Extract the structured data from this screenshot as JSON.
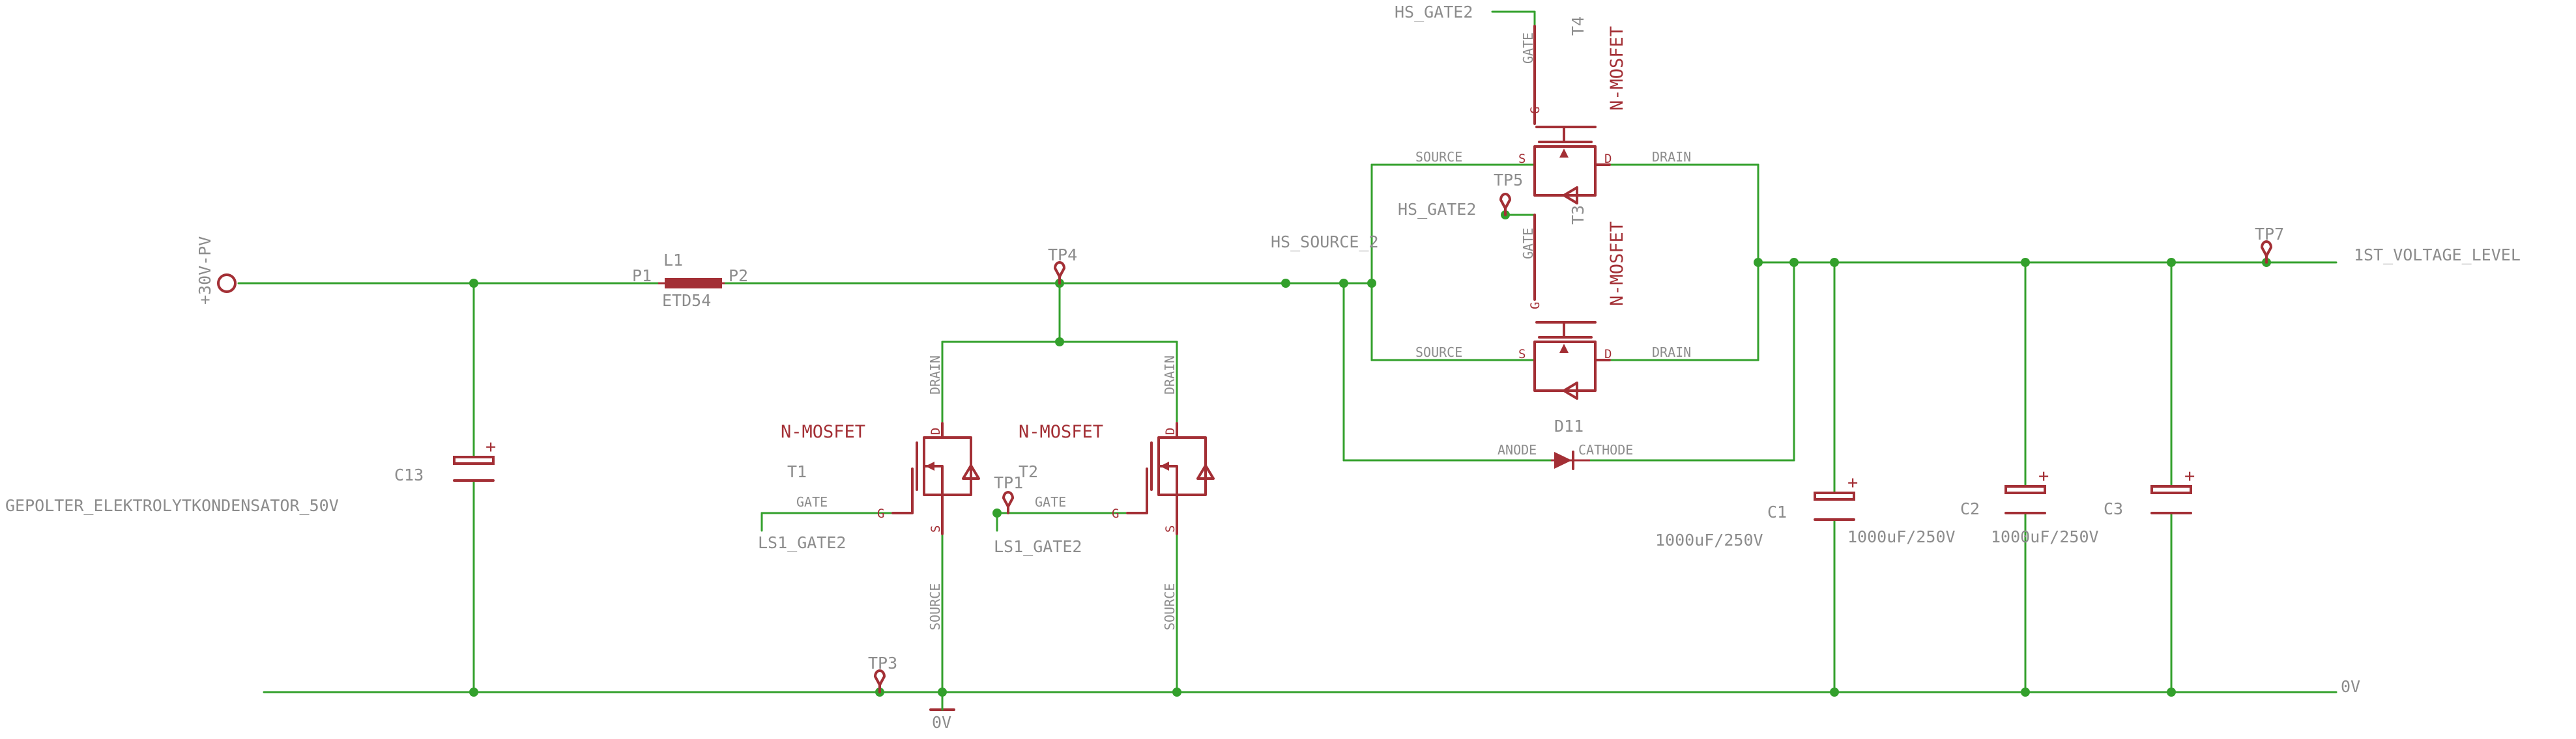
{
  "colors": {
    "wire": "#33a02c",
    "part": "#a32f35",
    "label": "#8c8c8c",
    "background": "#ffffff"
  },
  "nets": {
    "pv": "+30V-PV",
    "hs_gate_2a": "HS_GATE2",
    "hs_gate_2b": "HS_GATE2",
    "hs_source_2": "HS_SOURCE_2",
    "ls1_gate2_a": "LS1_GATE2",
    "ls1_gate2_b": "LS1_GATE2",
    "out": "1ST_VOLTAGE_LEVEL",
    "gnd_right": "0V",
    "gnd_bottom": "0V"
  },
  "testpoints": {
    "tp1": "TP1",
    "tp3": "TP3",
    "tp4": "TP4",
    "tp5": "TP5",
    "tp7": "TP7"
  },
  "inductor": {
    "ref": "L1",
    "value": "ETD54",
    "pin1": "P1",
    "pin2": "P2"
  },
  "c13": {
    "ref": "C13",
    "value": "GEPOLTER_ELEKTROLYTKONDENSATOR_50V",
    "polarity": "+"
  },
  "c1": {
    "ref": "C1",
    "value": "1000uF/250V",
    "polarity": "+"
  },
  "c2": {
    "ref": "C2",
    "value": "1000uF/250V",
    "polarity": "+"
  },
  "c3": {
    "ref": "C3",
    "value": "1000uF/250V",
    "polarity": "+"
  },
  "d11": {
    "ref": "D11",
    "anode": "ANODE",
    "cathode": "CATHODE"
  },
  "t1": {
    "ref": "T1",
    "type": "N-MOSFET",
    "drain": "DRAIN",
    "source": "SOURCE",
    "gate": "GATE",
    "pin_d": "D",
    "pin_s": "S",
    "pin_g": "G"
  },
  "t2": {
    "ref": "T2",
    "type": "N-MOSFET",
    "drain": "DRAIN",
    "source": "SOURCE",
    "gate": "GATE",
    "pin_d": "D",
    "pin_s": "S",
    "pin_g": "G"
  },
  "t3": {
    "ref": "T3",
    "type": "N-MOSFET",
    "drain": "DRAIN",
    "source": "SOURCE",
    "gate": "GATE",
    "pin_d": "D",
    "pin_s": "S",
    "pin_g": "G"
  },
  "t4": {
    "ref": "T4",
    "type": "N-MOSFET",
    "drain": "DRAIN",
    "source": "SOURCE",
    "gate": "GATE",
    "pin_d": "D",
    "pin_s": "S",
    "pin_g": "G"
  }
}
